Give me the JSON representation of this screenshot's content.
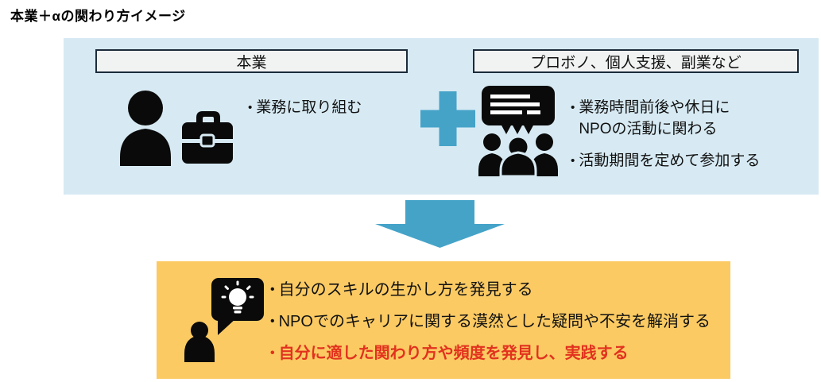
{
  "title": "本業＋αの関わり方イメージ",
  "bullet_char": "•",
  "colors": {
    "panel_blue": "#D7EAF3",
    "accent_blue": "#45A3C8",
    "panel_orange": "#FBCA63",
    "header_fill": "#F1F2F2",
    "header_border": "#1C2B39",
    "emphasis_red": "#E2321E",
    "icon_black": "#0A0A0A"
  },
  "blue_panel": {
    "left": {
      "header": "本業",
      "icon": "businessperson-briefcase-icon",
      "bullets": [
        "業務に取り組む"
      ]
    },
    "plus_icon": "plus-icon",
    "right": {
      "header": "プロボノ、個人支援、副業など",
      "icon": "group-discussion-icon",
      "bullets": [
        "業務時間前後や休日に\nNPOの活動に関わる",
        "活動期間を定めて参加する"
      ]
    }
  },
  "down_arrow_icon": "down-arrow-icon",
  "outcome_panel": {
    "icon": "idea-speech-person-icon",
    "bullets": [
      {
        "text": "自分のスキルの生かし方を発見する",
        "emphasis": false
      },
      {
        "text": "NPOでのキャリアに関する漠然とした疑問や不安を解消する",
        "emphasis": false
      },
      {
        "text": "自分に適した関わり方や頻度を発見し、実践する",
        "emphasis": true
      }
    ]
  }
}
